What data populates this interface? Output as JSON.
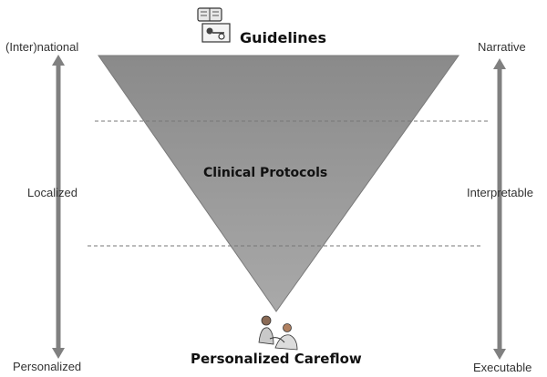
{
  "top": {
    "title": "Guidelines",
    "icon": "book-pointing-icon"
  },
  "middle": {
    "title": "Clinical Protocols"
  },
  "bottom": {
    "title": "Personalized Careflow",
    "icon": "patient-care-icon"
  },
  "left_axis": {
    "top": "(Inter)national",
    "middle": "Localized",
    "bottom": "Personalized"
  },
  "right_axis": {
    "top": "Narrative",
    "middle": "Interpretable",
    "bottom": "Executable"
  },
  "colors": {
    "triangle_top": "#8a8a8a",
    "triangle_bottom": "#a8a8a8",
    "arrow": "#808080",
    "dash": "#777777",
    "background": "#ffffff"
  }
}
